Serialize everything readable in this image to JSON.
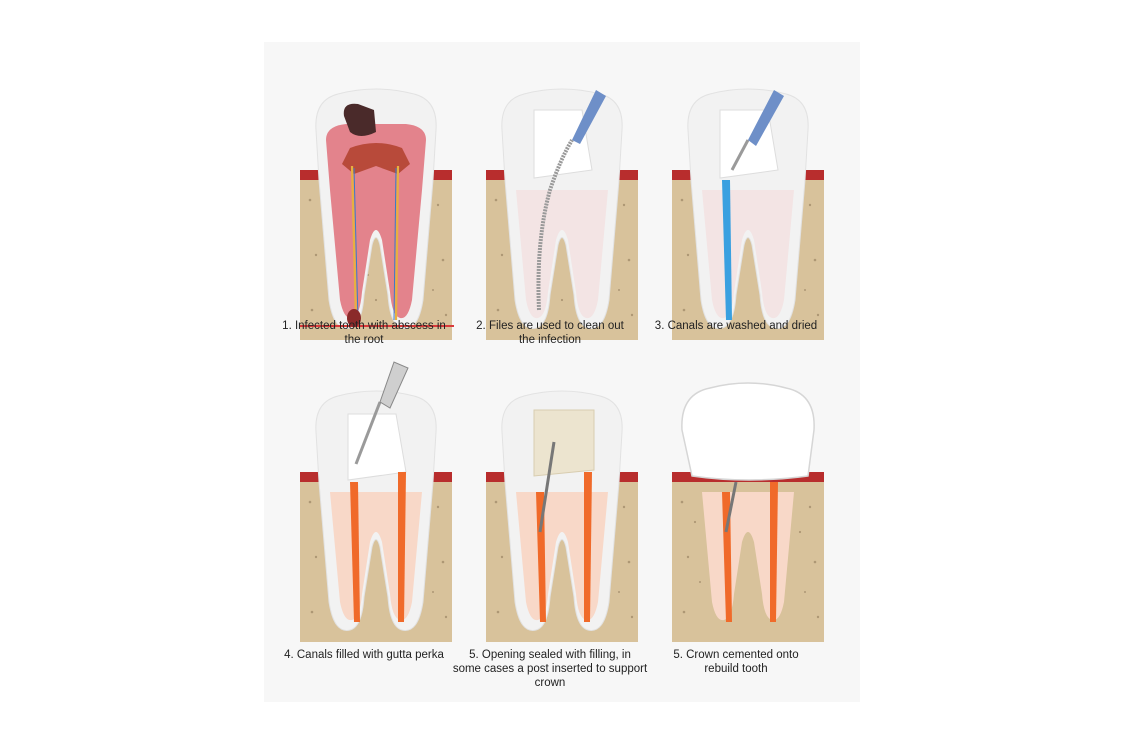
{
  "steps": [
    {
      "caption": "1. Infected tooth with abscess in\nthe root"
    },
    {
      "caption": "2. Files are used to clean out\nthe infection"
    },
    {
      "caption": "3. Canals are washed and dried"
    },
    {
      "caption": "4. Canals filled with gutta perka"
    },
    {
      "caption": "5. Opening sealed with filling, in\nsome cases a post inserted to support\ncrown"
    },
    {
      "caption": "5. Crown cemented onto\nrebuild tooth"
    }
  ],
  "colors": {
    "bone": "#d8c29b",
    "bone_speckle": "#8a7456",
    "gum": "#b82d2d",
    "enamel": "#f2f2f2",
    "dentin": "#f3e4e4",
    "infection": "#e0707a",
    "decay": "#4a2a2a",
    "instrument": "#6e8fc8",
    "rinse": "#3aa0e0",
    "gutta_percha": "#f06a2a",
    "filling": "#ece4cf",
    "post": "#777777",
    "crown": "#ffffff"
  }
}
